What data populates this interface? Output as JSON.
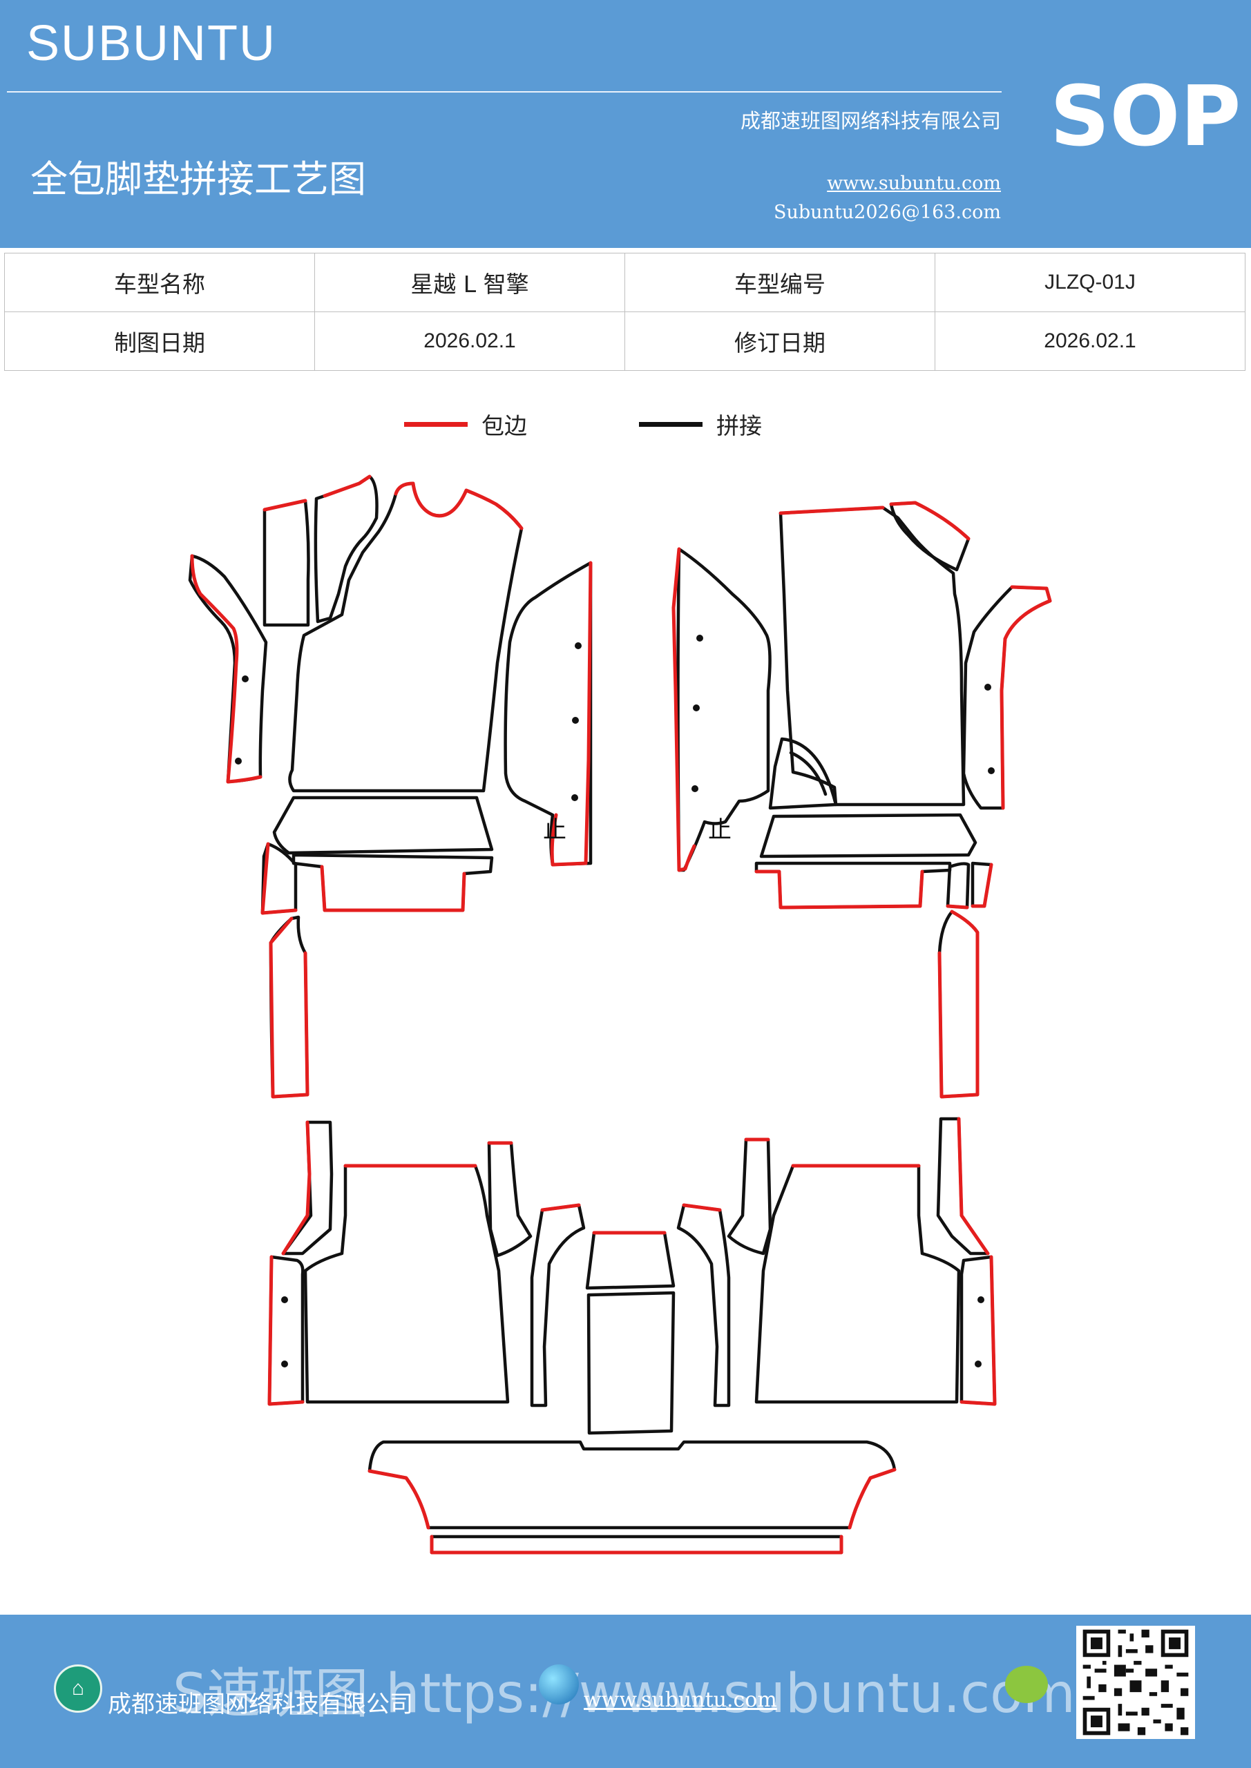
{
  "header": {
    "brand": "SUBUNTU",
    "doc_title": "全包脚垫拼接工艺图",
    "company": "成都速班图网络科技有限公司",
    "website": "www.subuntu.com",
    "email": "Subuntu2026@163.com",
    "badge": "SOP"
  },
  "info_table": {
    "model_name_label": "车型名称",
    "model_name_value": "星越 L 智擎",
    "model_code_label": "车型编号",
    "model_code_value": "JLZQ-01J",
    "draw_date_label": "制图日期",
    "draw_date_value": "2026.02.1",
    "revise_date_label": "修订日期",
    "revise_date_value": "2026.02.1"
  },
  "legend": {
    "edge_label": "包边",
    "edge_color": "#e41e1e",
    "splice_label": "拼接",
    "splice_color": "#111111"
  },
  "diagram": {
    "stop_mark_left": "止",
    "stop_mark_right": "止"
  },
  "footer": {
    "company": "成都速班图网络科技有限公司",
    "big_text": "S速班图 https://www.subuntu.com",
    "website": "www.subuntu.com",
    "home_icon": "home-icon",
    "globe_icon": "globe-icon",
    "qr": "qr-code"
  }
}
